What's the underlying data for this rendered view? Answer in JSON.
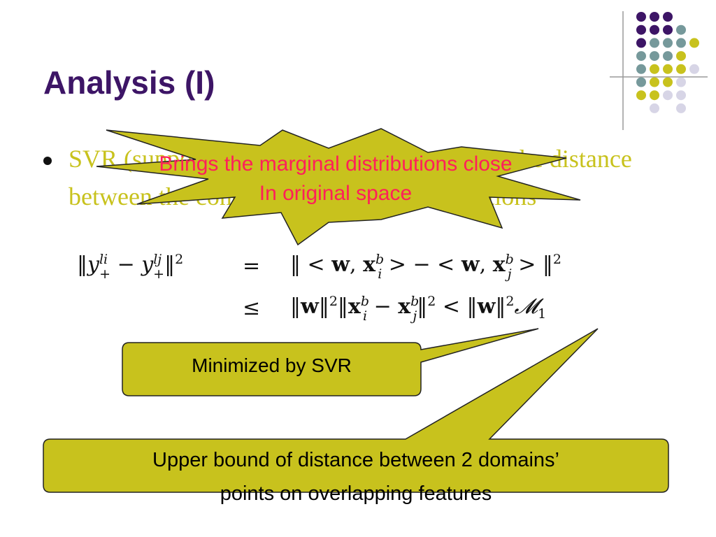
{
  "slide": {
    "title": "Analysis (I)",
    "bullet_text": "SVR (support vector regression) minimizes the distance between the conditional marginal distributions",
    "equation": {
      "lhs": "‖y+li − y+lj‖²",
      "rel_1": "=",
      "rhs_1": "‖ <w, xib> − <w, xjb> ‖²",
      "rel_2": "≤",
      "rhs_2": "‖w‖² ‖xib − xjb‖² < ‖w‖² M1"
    },
    "star_callout": {
      "line_1": "Brings the marginal distributions close",
      "line_2": "In original space"
    },
    "callout_svr": "Minimized by SVR",
    "callout_bound_1": "Upper bound of distance between 2 domains’",
    "callout_bound_2": "points on overlapping features"
  },
  "colors": {
    "title": "#3d1566",
    "bullet_text": "#c8c21d",
    "callout_fill": "#c8c21d",
    "star_text": "#ff1f5a",
    "dot_purple": "#3d1566",
    "dot_teal": "#76999b",
    "dot_yellow": "#c8c21d",
    "dot_lavender": "#d7d5e6"
  }
}
